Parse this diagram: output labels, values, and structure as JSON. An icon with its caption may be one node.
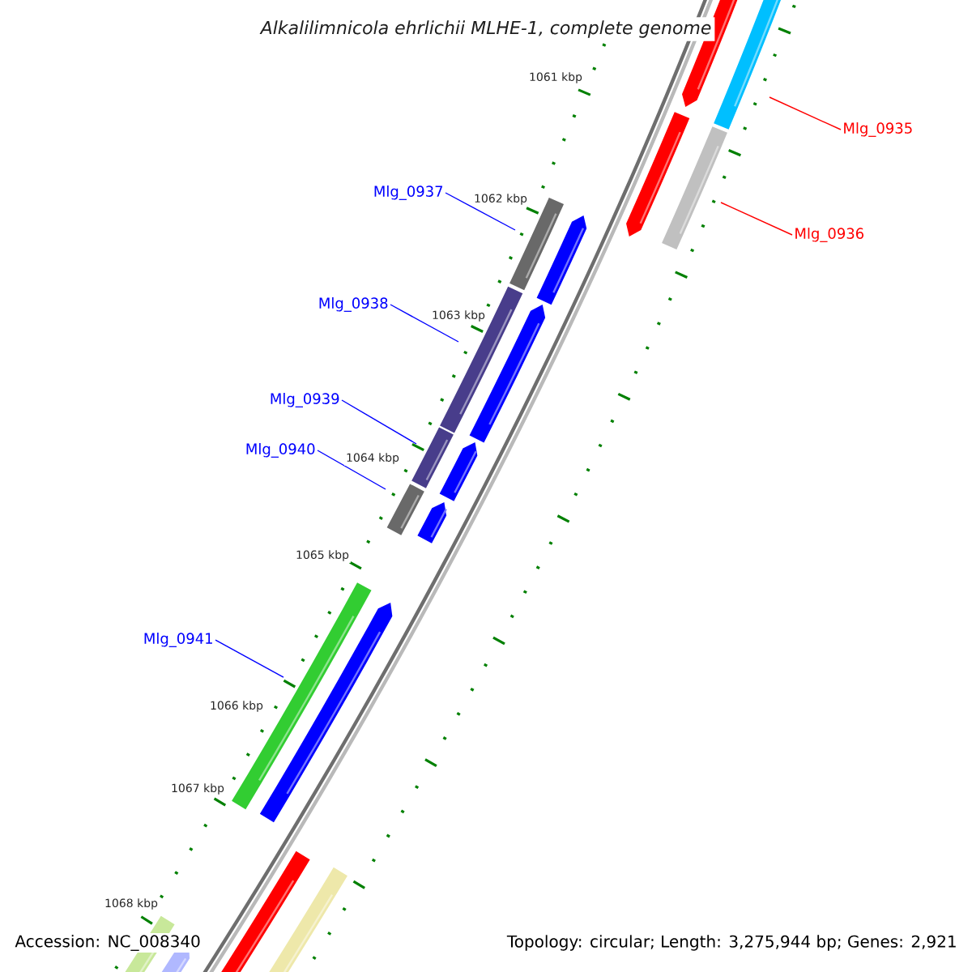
{
  "diagram": {
    "title": "Alkalilimnicola ehrlichii MLHE-1, complete genome",
    "nodes": [
      {
        "text": [
          "Mlg_0935"
        ]
      },
      {
        "text": [
          "Mlg_0936"
        ]
      },
      {
        "text": [
          "Mlg_0937"
        ]
      },
      {
        "text": [
          "Mlg_0938"
        ]
      },
      {
        "text": [
          "Mlg_0939"
        ]
      },
      {
        "text": [
          "Mlg_0940"
        ]
      },
      {
        "text": [
          "Mlg_0941"
        ]
      }
    ],
    "edges": [
      {
        "from": 0,
        "to": null,
        "arrow": "none",
        "color": "#ff0000"
      },
      {
        "from": 1,
        "to": null,
        "arrow": "none",
        "color": "#ff0000"
      },
      {
        "from": 2,
        "to": null,
        "arrow": "none"
      },
      {
        "from": 3,
        "to": null,
        "arrow": "none"
      },
      {
        "from": 4,
        "to": null,
        "arrow": "none"
      },
      {
        "from": 5,
        "to": null,
        "arrow": "none"
      },
      {
        "from": 6,
        "to": null,
        "arrow": "none"
      }
    ],
    "labels": [
      "1061 kbp",
      "1062 kbp",
      "1063 kbp",
      "1064 kbp",
      "1065 kbp",
      "1066 kbp",
      "1067 kbp",
      "1068 kbp",
      "Accession: NC_008340",
      "Topology: circular; Length: 3,275,944 bp; Genes: 2,921"
    ]
  }
}
